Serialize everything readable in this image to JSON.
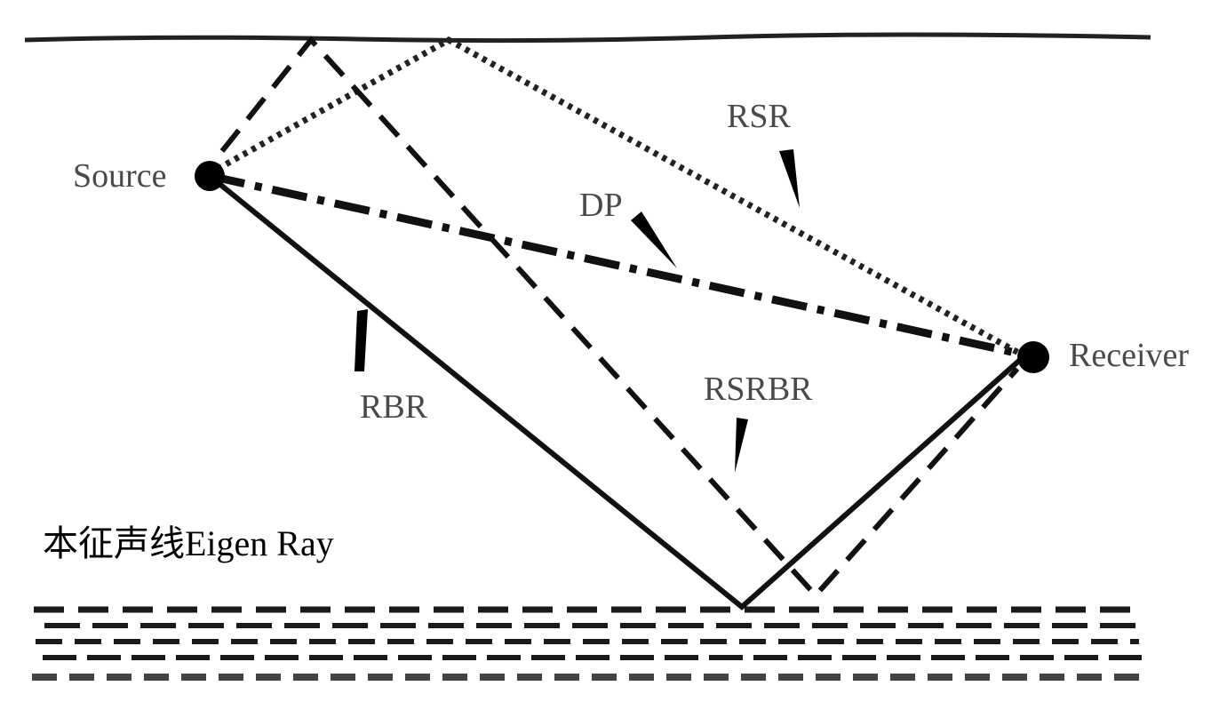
{
  "labels": {
    "source": "Source",
    "receiver": "Receiver",
    "rsr": "RSR",
    "dp": "DP",
    "rbr": "RBR",
    "rsrbr": "RSRBR"
  },
  "caption": {
    "chinese": "本征声线",
    "english": "Eigen Ray"
  },
  "rays": [
    "DP",
    "RSR",
    "RBR",
    "RSRBR"
  ],
  "colors": {
    "ink": "#111111",
    "label": "#4a4a4a"
  }
}
